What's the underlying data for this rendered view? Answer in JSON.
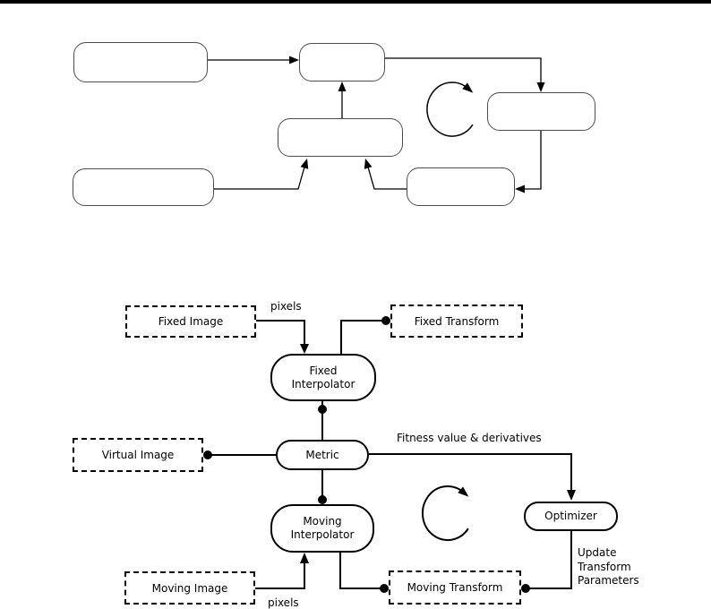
{
  "page": {
    "background": "#ffffff",
    "top_bar_color": "#000000",
    "stroke_color": "#000000",
    "top_diagram_box_stroke": "#4d4d4d"
  },
  "top_diagram": {
    "description": "unlabeled flowchart with six empty rounded boxes, arrows and a clockwise loop symbol",
    "node_count": 6,
    "nodes": [
      "box-a",
      "box-b",
      "box-c",
      "box-d",
      "box-e",
      "box-f"
    ]
  },
  "bottom_diagram": {
    "nodes": {
      "fixed_image": {
        "label": "Fixed Image"
      },
      "fixed_transform": {
        "label": "Fixed Transform"
      },
      "fixed_interpolator": {
        "line1": "Fixed",
        "line2": "Interpolator"
      },
      "virtual_image": {
        "label": "Virtual Image"
      },
      "metric": {
        "label": "Metric"
      },
      "moving_interpolator": {
        "line1": "Moving",
        "line2": "Interpolator"
      },
      "optimizer": {
        "label": "Optimizer"
      },
      "moving_image": {
        "label": "Moving Image"
      },
      "moving_transform": {
        "label": "Moving Transform"
      }
    },
    "edge_labels": {
      "pixels_top": "pixels",
      "pixels_bottom": "pixels",
      "fitness": "Fitness value & derivatives",
      "update_line1": "Update",
      "update_line2": "Transform",
      "update_line3": "Parameters"
    }
  }
}
